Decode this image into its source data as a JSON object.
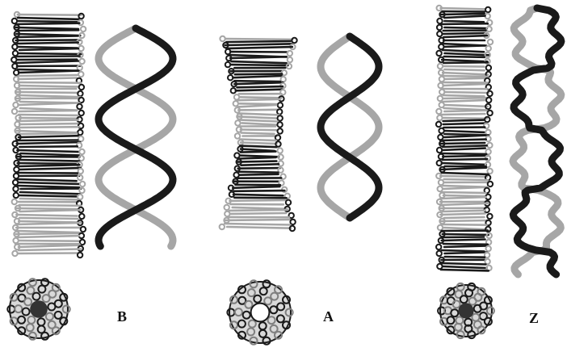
{
  "forms": [
    {
      "id": "B",
      "label": "B",
      "ribbon_style": "smooth"
    },
    {
      "id": "A",
      "label": "A",
      "ribbon_style": "smooth"
    },
    {
      "id": "Z",
      "label": "Z",
      "ribbon_style": "zigzag"
    }
  ],
  "colors": {
    "strand_dark": "#1a1a1a",
    "strand_light": "#a6a6a6",
    "background": "#ffffff"
  }
}
